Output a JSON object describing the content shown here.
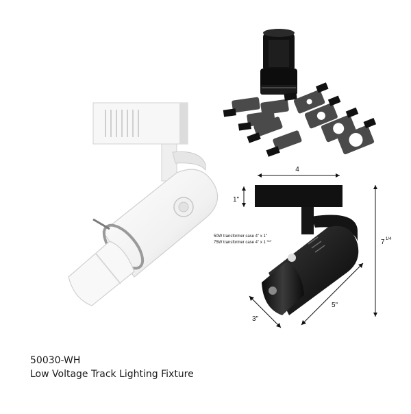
{
  "product": {
    "sku": "50030-WH",
    "name": "Low Voltage Track Lighting Fixture"
  },
  "dimensions": {
    "width": "4",
    "height_head": "1\"",
    "depth": "3\"",
    "length": "5\"",
    "total_height_main": "7",
    "total_height_frac": "1/4",
    "note_50w": "50W transformer case 4\" x 1\"",
    "note_75w_main": "75W transformer case 4\" x 1",
    "note_75w_frac": "3/4\""
  },
  "colors": {
    "fixture_white": "#f4f4f4",
    "fixture_shadow": "#d6d6d6",
    "accessory_black": "#1c1c1c",
    "flag_gray": "#4a4a4a",
    "dimension_line": "#111111"
  }
}
